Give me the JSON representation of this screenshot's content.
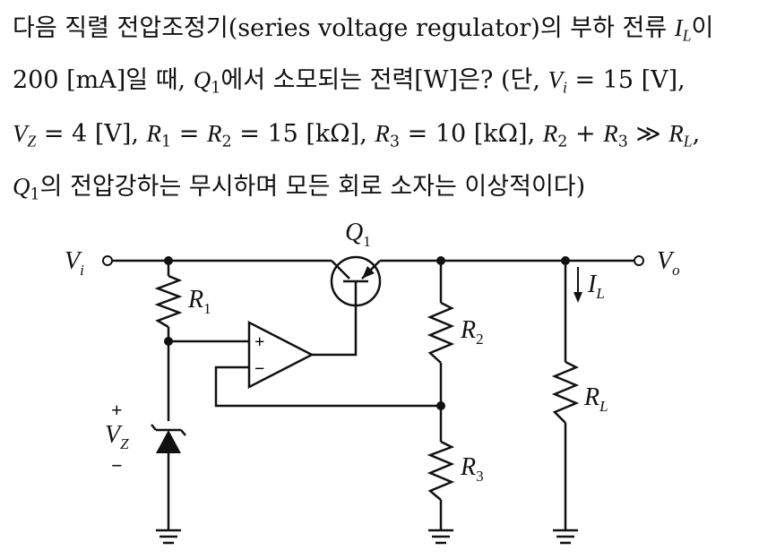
{
  "problem": {
    "line1": {
      "text": "다음 직렬 전압조정기(series voltage regulator)의 부하 전류 ",
      "sym": "I",
      "sub": "L",
      "tail": "이"
    },
    "line2": {
      "pre": "200 [mA]일 때, ",
      "sym": "Q",
      "sub": "1",
      "mid": "에서 소모되는 전력[W]은? (단, ",
      "sym2": "V",
      "sub2": "i",
      "tail": " = 15 [V],"
    },
    "line3": {
      "vz": "V",
      "vz_sub": "Z",
      "vz_val": " = 4 [V], ",
      "r1": "R",
      "r1_sub": "1",
      "eq1": " = ",
      "r2": "R",
      "r2_sub": "2",
      "r12_val": " = 15 [kΩ], ",
      "r3": "R",
      "r3_sub": "3",
      "r3_val": " = 10 [kΩ], ",
      "r2b": "R",
      "r2b_sub": "2",
      "plus": " + ",
      "r3b": "R",
      "r3b_sub": "3",
      "gg": " ≫ ",
      "rl": "R",
      "rl_sub": "L",
      "end": ","
    },
    "line4": {
      "sym": "Q",
      "sub": "1",
      "tail": "의 전압강하는 무시하며 모든 회로 소자는 이상적이다)"
    }
  },
  "circuit": {
    "vi": {
      "sym": "V",
      "sub": "i"
    },
    "vo": {
      "sym": "V",
      "sub": "o"
    },
    "q1": {
      "sym": "Q",
      "sub": "1"
    },
    "r1": {
      "sym": "R",
      "sub": "1"
    },
    "r2": {
      "sym": "R",
      "sub": "2"
    },
    "r3": {
      "sym": "R",
      "sub": "3"
    },
    "rl": {
      "sym": "R",
      "sub": "L"
    },
    "il": {
      "sym": "I",
      "sub": "L"
    },
    "vz": {
      "sym": "V",
      "sub": "Z",
      "plus": "+",
      "minus": "−"
    },
    "opamp": {
      "plus": "+",
      "minus": "−"
    }
  }
}
